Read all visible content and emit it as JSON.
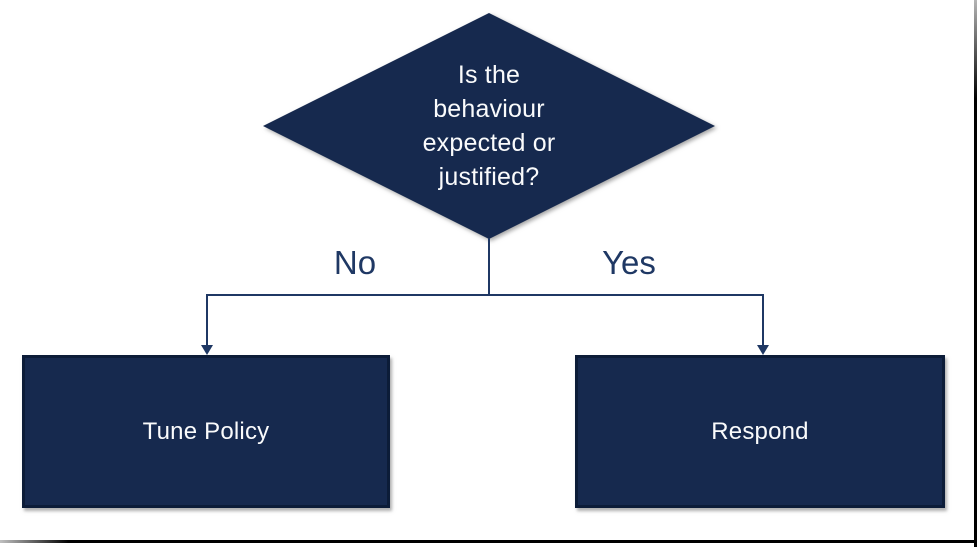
{
  "decision": {
    "text": "Is the behaviour expected or justified?",
    "lines": [
      "Is the",
      "behaviour",
      "expected or",
      "justified?"
    ]
  },
  "branches": {
    "no_label": "No",
    "yes_label": "Yes"
  },
  "nodes": {
    "tune_policy": "Tune Policy",
    "respond": "Respond"
  },
  "colors": {
    "node_fill": "#16294E",
    "node_border": "#0C1C38",
    "connector": "#1F3864",
    "text_light": "#FAFBFC",
    "frame_line": "#000000"
  }
}
